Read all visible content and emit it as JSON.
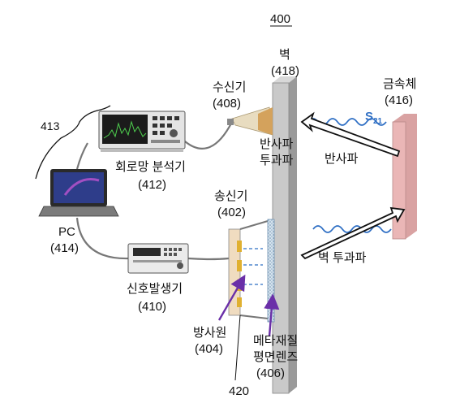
{
  "figure_number": "400",
  "labels": {
    "wall_name": "벽",
    "wall_ref": "(418)",
    "receiver_name": "수신기",
    "receiver_ref": "(408)",
    "metal_name": "금속체",
    "metal_ref": "(416)",
    "group_ref": "413",
    "s21": "S",
    "s21_sub": "21",
    "reflect_wall_1": "반사파",
    "reflect_wall_2": "투과파",
    "reflect_arrow": "반사파",
    "vna_name": "회로망 분석기",
    "vna_ref": "(412)",
    "tx_name": "송신기",
    "tx_ref": "(402)",
    "pc_name": "PC",
    "pc_ref": "(414)",
    "wall_transmit": "벽 투과파",
    "siggen_name": "신호발생기",
    "siggen_ref": "(410)",
    "radiator_name": "방사원",
    "radiator_ref": "(404)",
    "lens_name_1": "메타재질",
    "lens_name_2": "평면렌즈",
    "lens_ref": "(406)",
    "base_ref": "420"
  },
  "colors": {
    "wall_face": "#c9c9c9",
    "wall_side": "#9a9a9a",
    "metal_face": "#eab6b6",
    "wave": "#2f6fc4",
    "s21_text": "#2f6fc4",
    "pointer_arrow": "#6a2fa8",
    "radiator_elem": "#e0b030",
    "horn": "#e8dcc0"
  }
}
